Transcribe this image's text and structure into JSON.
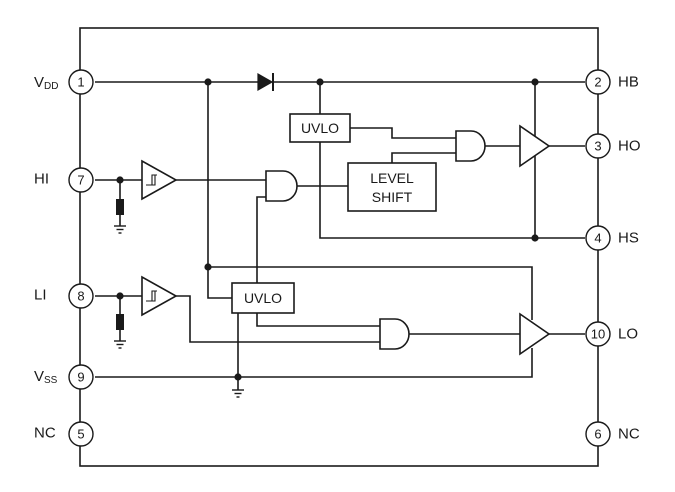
{
  "pins": {
    "p1": {
      "number": "1",
      "label": "V",
      "sub": "DD"
    },
    "p7": {
      "number": "7",
      "label": "HI"
    },
    "p8": {
      "number": "8",
      "label": "LI"
    },
    "p9": {
      "number": "9",
      "label": "V",
      "sub": "SS"
    },
    "p5": {
      "number": "5",
      "label": "NC"
    },
    "p2": {
      "number": "2",
      "label": "HB"
    },
    "p3": {
      "number": "3",
      "label": "HO"
    },
    "p4": {
      "number": "4",
      "label": "HS"
    },
    "p10": {
      "number": "10",
      "label": "LO"
    },
    "p6": {
      "number": "6",
      "label": "NC"
    }
  },
  "blocks": {
    "uvlo_high": "UVLO",
    "uvlo_low": "UVLO",
    "level_shift_line1": "LEVEL",
    "level_shift_line2": "SHIFT"
  }
}
